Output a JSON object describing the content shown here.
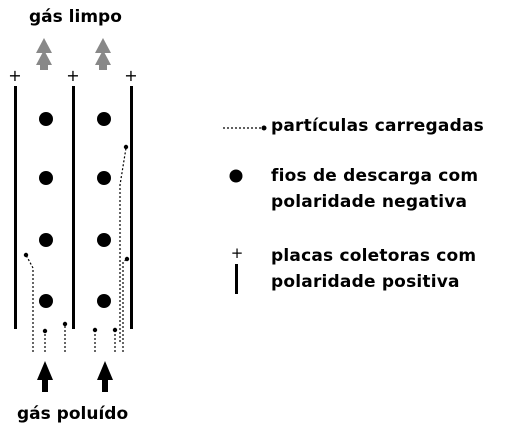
{
  "diagram": {
    "top_label": "gás limpo",
    "bottom_label": "gás poluído",
    "plate_sign": "+",
    "colors": {
      "ink": "#000000",
      "outlet_arrow": "#888888"
    }
  },
  "legend": {
    "items": [
      {
        "icon": "dashed-arrow-icon",
        "lines": [
          "partículas carregadas"
        ]
      },
      {
        "icon": "filled-dot-icon",
        "lines": [
          "fios de descarga com",
          "polaridade negativa"
        ]
      },
      {
        "icon": "plus-over-line-icon",
        "lines": [
          "placas coletoras com",
          "polaridade positiva"
        ]
      }
    ]
  }
}
